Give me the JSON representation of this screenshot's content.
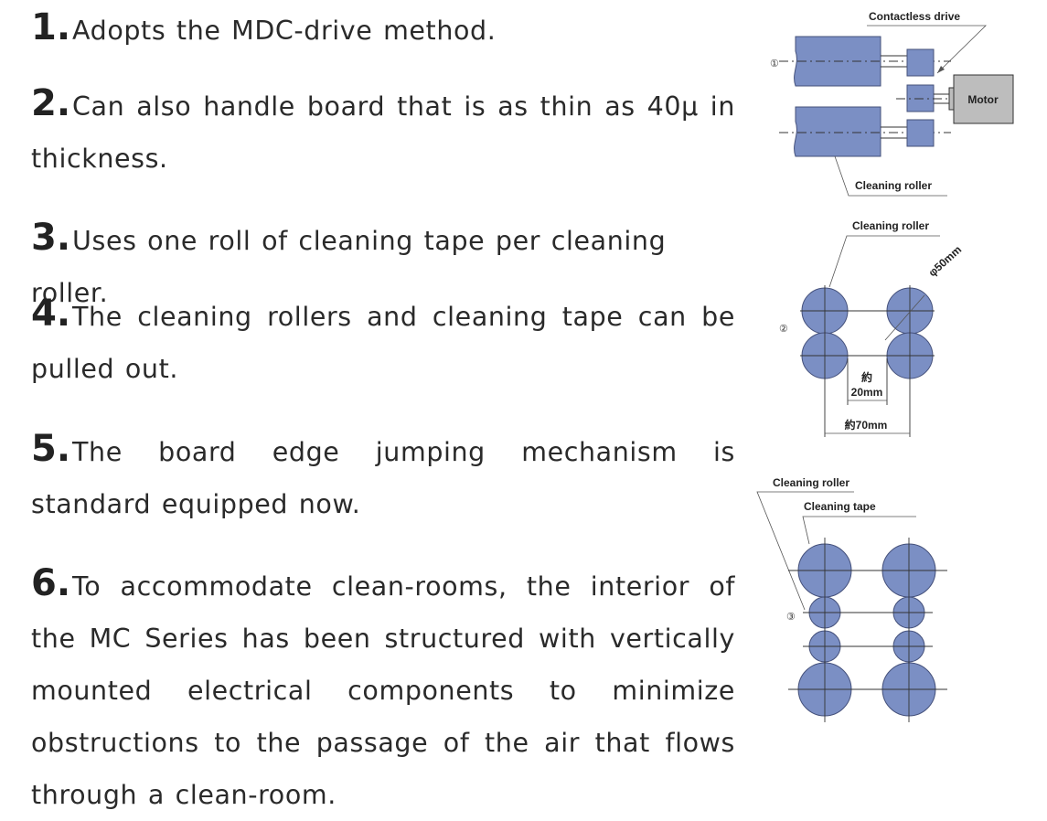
{
  "features": [
    {
      "num": "1.",
      "text": "Adopts the MDC-drive method."
    },
    {
      "num": "2.",
      "text": "Can also handle board that is as thin as 40μ in thickness."
    },
    {
      "num": "3.",
      "text": "Uses one roll of cleaning tape per cleaning roller."
    },
    {
      "num": "4.",
      "text": "The cleaning rollers and cleaning tape can be pulled out."
    },
    {
      "num": "5.",
      "text": "The board edge jumping mechanism is standard equipped now."
    },
    {
      "num": "6.",
      "text": "To accommodate clean-rooms, the interior of the MC Series has been structured with vertically mounted electrical components to minimize obstructions to the passage of the air that flows through a clean-room."
    }
  ],
  "figure1": {
    "marker": "①",
    "contactless_drive_label": "Contactless drive",
    "motor_label": "Motor",
    "cleaning_roller_label": "Cleaning roller"
  },
  "figure2": {
    "marker": "②",
    "cleaning_roller_label": "Cleaning roller",
    "diameter_label": "φ50mm",
    "gap_prefix": "約",
    "gap_value": "20mm",
    "width_label": "約70mm"
  },
  "figure3": {
    "marker": "③",
    "cleaning_roller_label": "Cleaning roller",
    "cleaning_tape_label": "Cleaning tape"
  },
  "colors": {
    "roller_fill": "#7b8fc4",
    "motor_fill": "#bdbdbd",
    "text": "#2a2a2a"
  }
}
